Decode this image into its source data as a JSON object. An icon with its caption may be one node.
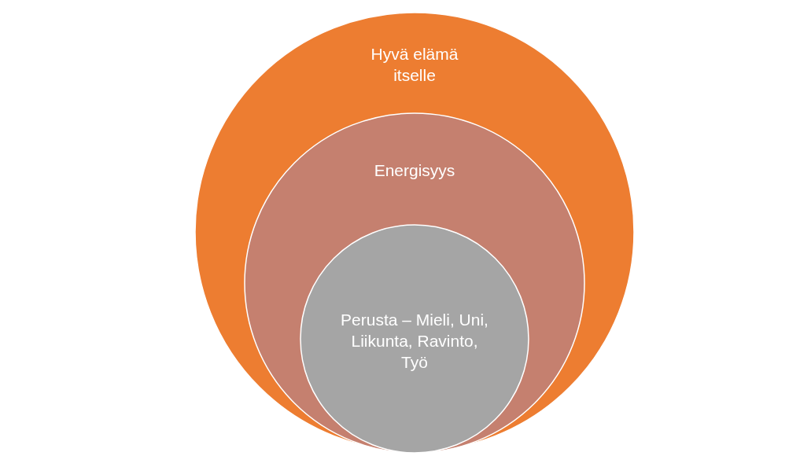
{
  "diagram": {
    "nodes": [
      {
        "text": [
          "Hyvä elämä itselle"
        ]
      },
      {
        "text": [
          "Energisyys"
        ],
        "in": 0
      },
      {
        "text": [
          "Perusta – Mieli, Uni, Liikunta, Ravinto, Työ"
        ],
        "in": 1
      }
    ]
  }
}
